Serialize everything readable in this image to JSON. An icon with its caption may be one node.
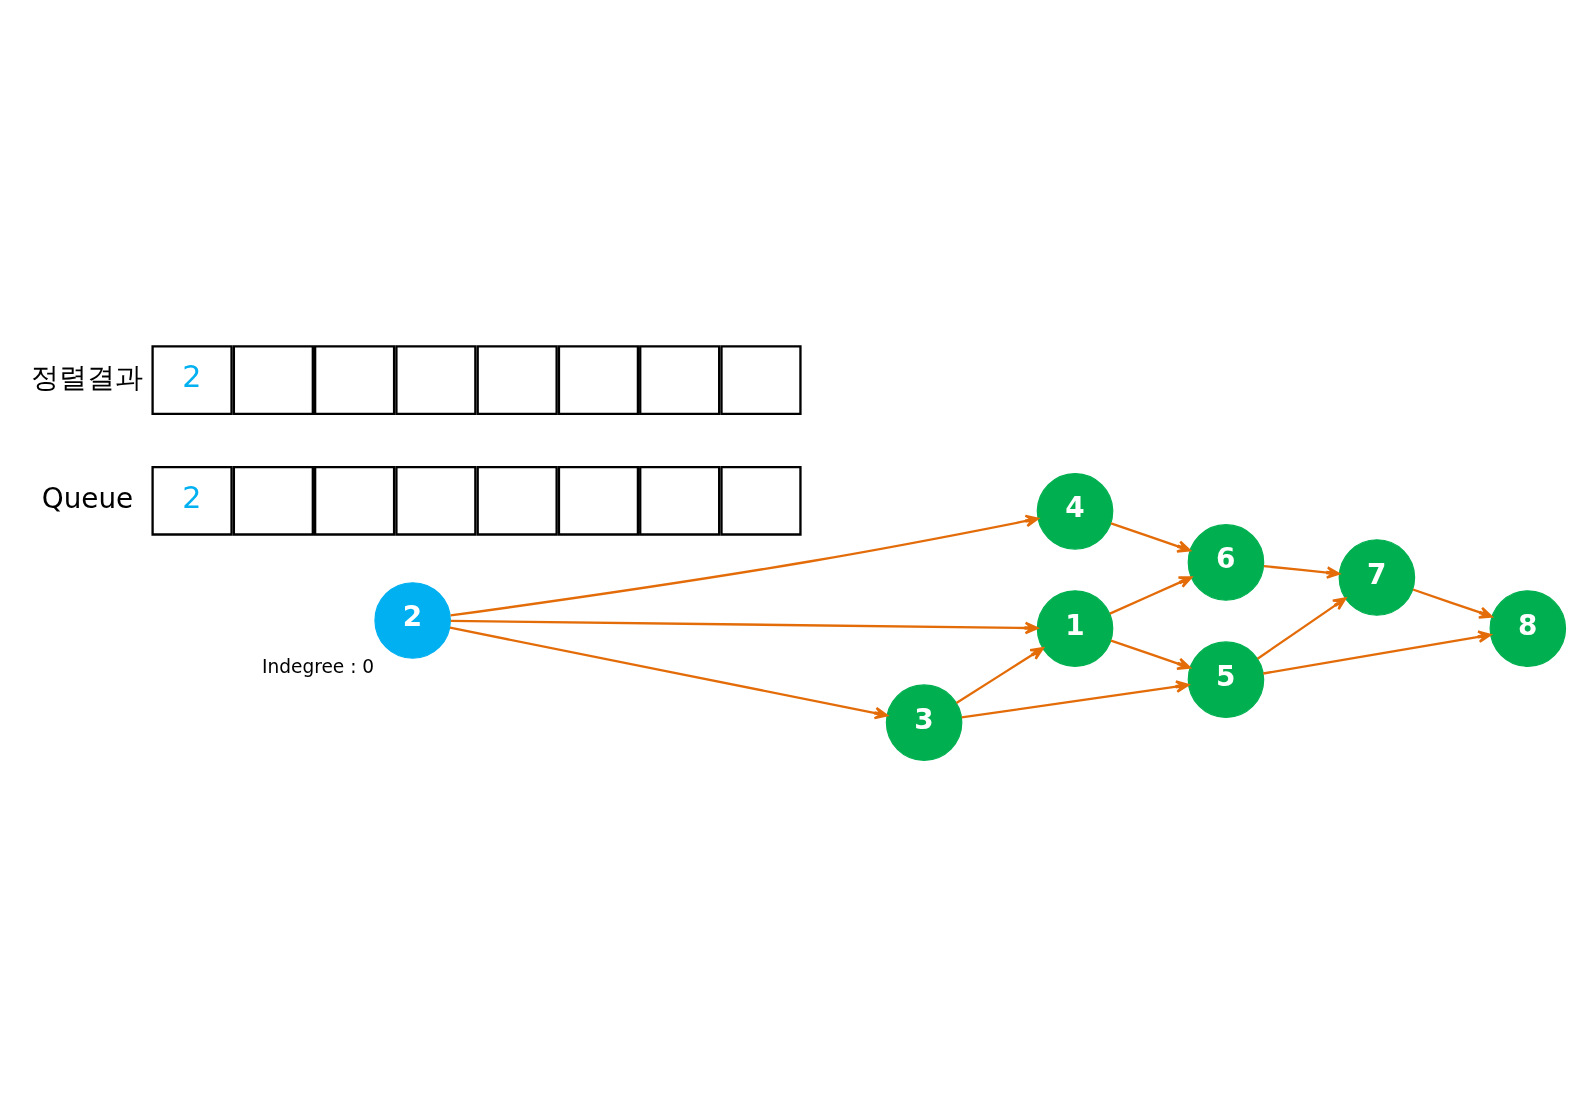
{
  "diagram": {
    "nodes": [
      {
        "text": [
          "2"
        ],
        "beside": [
          "Indegree : 0"
        ]
      },
      {
        "text": [
          "4"
        ]
      },
      {
        "text": [
          "6"
        ]
      },
      {
        "text": [
          "1"
        ]
      },
      {
        "text": [
          "3"
        ]
      },
      {
        "text": [
          "5"
        ]
      },
      {
        "text": [
          "7"
        ]
      },
      {
        "text": [
          "8"
        ]
      }
    ],
    "edges": [
      {
        "from": 0,
        "to": 1,
        "arrow": "to"
      },
      {
        "from": 0,
        "to": 3,
        "arrow": "to"
      },
      {
        "from": 0,
        "to": 4,
        "arrow": "to"
      },
      {
        "from": 1,
        "to": 2,
        "arrow": "to"
      },
      {
        "from": 3,
        "to": 2,
        "arrow": "to"
      },
      {
        "from": 3,
        "to": 5,
        "arrow": "to"
      },
      {
        "from": 4,
        "to": 3,
        "arrow": "to"
      },
      {
        "from": 4,
        "to": 5,
        "arrow": "to"
      },
      {
        "from": 2,
        "to": 6,
        "arrow": "to"
      },
      {
        "from": 5,
        "to": 6,
        "arrow": "to"
      },
      {
        "from": 6,
        "to": 7,
        "arrow": "to"
      },
      {
        "from": 5,
        "to": 7,
        "arrow": "to"
      }
    ],
    "labels": [
      "Queue",
      "2",
      "정렬결과",
      "2"
    ]
  }
}
